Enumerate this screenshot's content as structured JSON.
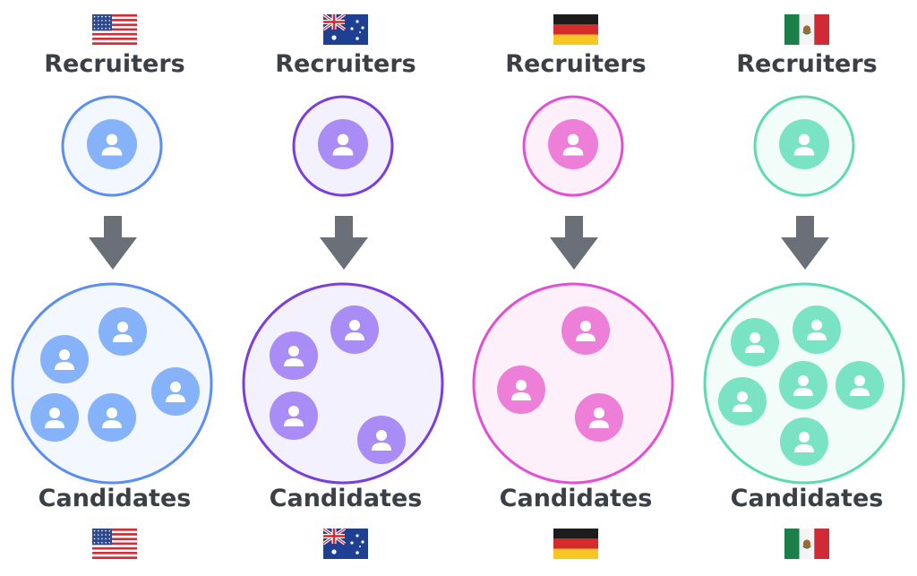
{
  "columns": [
    {
      "country": "United States",
      "flag_icon": "us-flag-icon",
      "top_label": "Recruiters",
      "bottom_label": "Candidates",
      "color": "#5b8ef5",
      "person_color": "#86b2f9",
      "fill": "#f3f7ff",
      "candidate_count": 5
    },
    {
      "country": "Australia",
      "flag_icon": "au-flag-icon",
      "top_label": "Recruiters",
      "bottom_label": "Candidates",
      "color": "#7a3de0",
      "person_color": "#a98cf6",
      "fill": "#f3f1fd",
      "candidate_count": 4
    },
    {
      "country": "Germany",
      "flag_icon": "de-flag-icon",
      "top_label": "Recruiters",
      "bottom_label": "Candidates",
      "color": "#e34fd4",
      "person_color": "#ee7fd9",
      "fill": "#fdf0fb",
      "candidate_count": 3
    },
    {
      "country": "Mexico",
      "flag_icon": "mx-flag-icon",
      "top_label": "Recruiters",
      "bottom_label": "Candidates",
      "color": "#5fd9b3",
      "person_color": "#79e3c3",
      "fill": "#f2fcf8",
      "candidate_count": 6
    }
  ],
  "arrow_color": "#6b6f78"
}
